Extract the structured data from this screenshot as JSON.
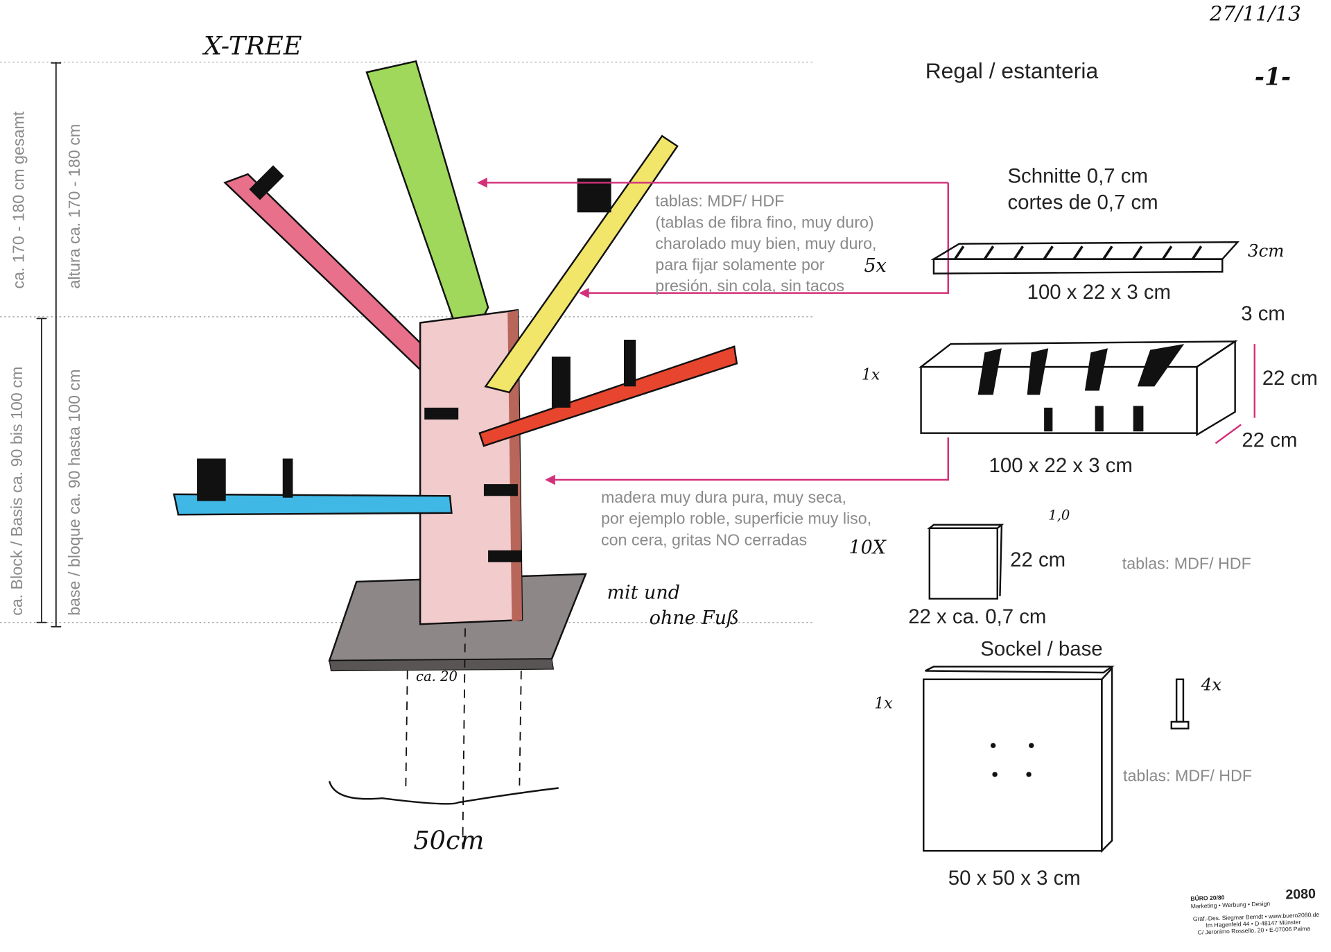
{
  "header": {
    "title": "X-TREE",
    "date": "27/11/13",
    "subtitle": "Regal / estanteria",
    "page_number": "-1-"
  },
  "dimensions": {
    "total_height": "ca. 170 - 180 cm gesamt",
    "altura": "altura ca. 170 - 180 cm",
    "block_height": "ca. Block / Basis ca. 90 bis 100 cm",
    "base_height": "base / bloque ca. 90 hasta 100 cm"
  },
  "notes": {
    "boards": [
      "tablas: MDF/ HDF",
      "(tablas de fibra fino, muy duro)",
      "charolado muy bien, muy duro,",
      "para fijar solamente por",
      "presión, sin cola, sin tacos"
    ],
    "boards_count": "5x",
    "trunk": [
      "madera muy dura pura, muy seca,",
      "por ejemplo roble, superficie muy liso,",
      "con cera, gritas NO cerradas"
    ],
    "foot": [
      "mit und",
      "ohne Fuß"
    ],
    "foot_width": "ca. 20",
    "width": "50cm"
  },
  "parts": {
    "cuts_title": "Schnitte 0,7 cm",
    "cuts_title_es": "cortes de 0,7 cm",
    "board_thickness": "3cm",
    "board_size": "100 x 22 x 3 cm",
    "block_top": "3 cm",
    "block_count": "1x",
    "block_height": "22 cm",
    "block_depth": "22 cm",
    "block_size": "100 x 22 x 3 cm",
    "shelf_thickness": "1,0",
    "shelf_count": "10X",
    "shelf_side": "22 cm",
    "shelf_material": "tablas: MDF/ HDF",
    "shelf_size": "22 x ca. 0,7 cm",
    "base_title": "Sockel / base",
    "base_count": "1x",
    "screw_count": "4x",
    "base_material": "tablas: MDF/ HDF",
    "base_size": "50 x 50 x 3 cm"
  },
  "logo": {
    "name": "BÜRO 20/80",
    "tagline": "Marketing • Werbung • Design",
    "mark": "2080",
    "lines": [
      "Graf.-Des. Siegmar Berndt • www.buero2080.de",
      "Im Hagenfeld 44 • D-48147 Münster",
      "C/ Jeronimo Rossello, 20 • E-07006 Palma"
    ]
  },
  "colors": {
    "arrow": "#d4307a",
    "pink_branch": "#e8708a",
    "green_branch": "#9fd85a",
    "yellow_branch": "#f1e56a",
    "red_branch": "#e8452e",
    "blue_branch": "#3fb8e6",
    "trunk": "#f2cccc",
    "base": "#8d8787"
  }
}
